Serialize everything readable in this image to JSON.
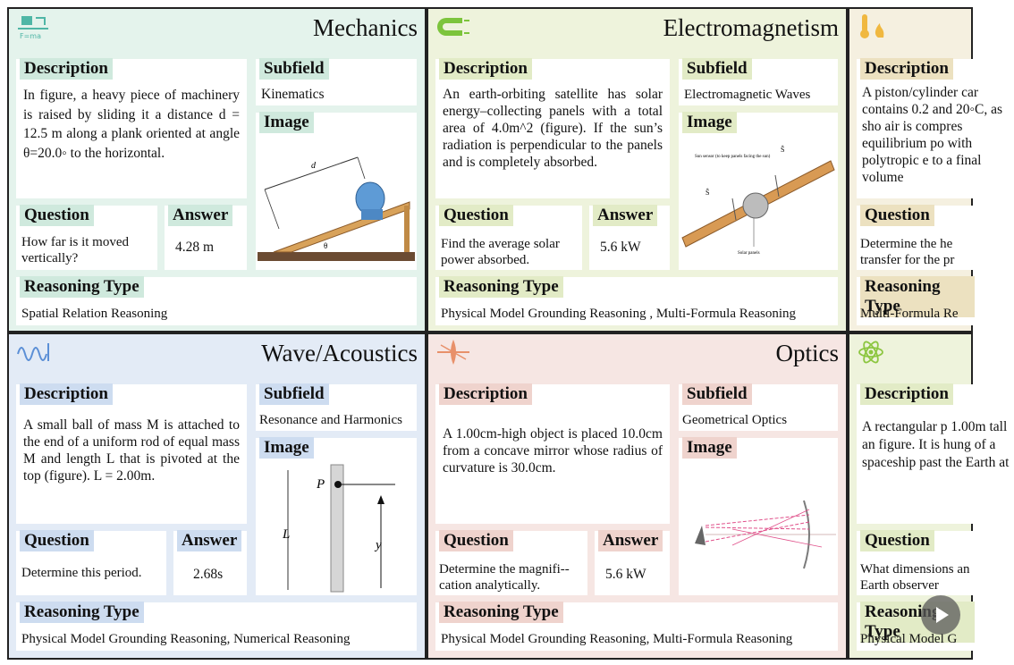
{
  "labels": {
    "description": "Description",
    "subfield": "Subfield",
    "image": "Image",
    "question": "Question",
    "answer": "Answer",
    "reasoning": "Reasoning Type"
  },
  "mechanics": {
    "title": "Mechanics",
    "icon_text": "F=ma",
    "description": "In figure, a heavy piece of machinery is raised by sliding it a distance d = 12.5 m along a plank oriented at angle θ=20.0◦ to the horizontal.",
    "subfield": "Kinematics",
    "question": "How far is it moved vertically?",
    "answer": "4.28 m",
    "reasoning": "Spatial Relation Reasoning",
    "fig_d": "d",
    "fig_theta": "θ"
  },
  "electromagnetism": {
    "title": "Electromagnetism",
    "description": "An earth-orbiting satellite has solar energy–collecting panels with a total area of 4.0m^2 (figure). If the sun’s radiation is perpendicular to the panels and is completely absorbed.",
    "subfield": "Electromagnetic Waves",
    "question": "Find the average solar power absorbed.",
    "answer": "5.6 kW",
    "reasoning": "Physical Model Grounding Reasoning , Multi-Formula Reasoning",
    "fig_sensor": "Sun sensor (to keep panels facing the sun)",
    "fig_panels": "Solar panels",
    "fig_s": "Ŝ"
  },
  "thermo": {
    "description": "A piston/cylinder car contains 0.2 and 20◦C, as sho air is compres equilibrium po with polytropic e to a final volume",
    "question": "Determine the he transfer for the pr",
    "reasoning": "Multi-Formula Re"
  },
  "wave": {
    "title": "Wave/Acoustics",
    "description": "A small ball of mass  M  is attached to the end of a uniform rod of equal mass  M  and length  L  that is pivoted at the top (figure). L = 2.00m.",
    "subfield": "Resonance and Harmonics",
    "question": "Determine this period.",
    "answer": "2.68s",
    "reasoning": "Physical Model Grounding Reasoning, Numerical Reasoning",
    "fig_P": "P",
    "fig_L": "L",
    "fig_y": "y"
  },
  "optics": {
    "title": "Optics",
    "description": "A 1.00cm-high object is placed 10.0cm from a concave mirror whose radius of curvature is 30.0cm.",
    "subfield": "Geometrical Optics",
    "question": "Determine the magnifi--cation analytically.",
    "answer": "5.6 kW",
    "reasoning": "Physical Model Grounding Reasoning, Multi-Formula Reasoning"
  },
  "relativity": {
    "description": "A rectangular p 1.00m tall an figure. It is hung of a spaceship past the Earth at",
    "question": "What dimensions an Earth observer",
    "reasoning": "Physical Model G"
  },
  "colors": {
    "mechanics": "#e4f3ec",
    "electromagnetism": "#eef3dc",
    "thermo": "#f5f0e0",
    "wave": "#e3ebf6",
    "optics": "#f6e6e3",
    "relativity": "#eef3dc"
  },
  "icons": [
    "mechanics-icon",
    "magnet-icon",
    "thermometer-flame-icon",
    "wave-icon",
    "lens-icon",
    "atom-icon",
    "play-icon"
  ]
}
